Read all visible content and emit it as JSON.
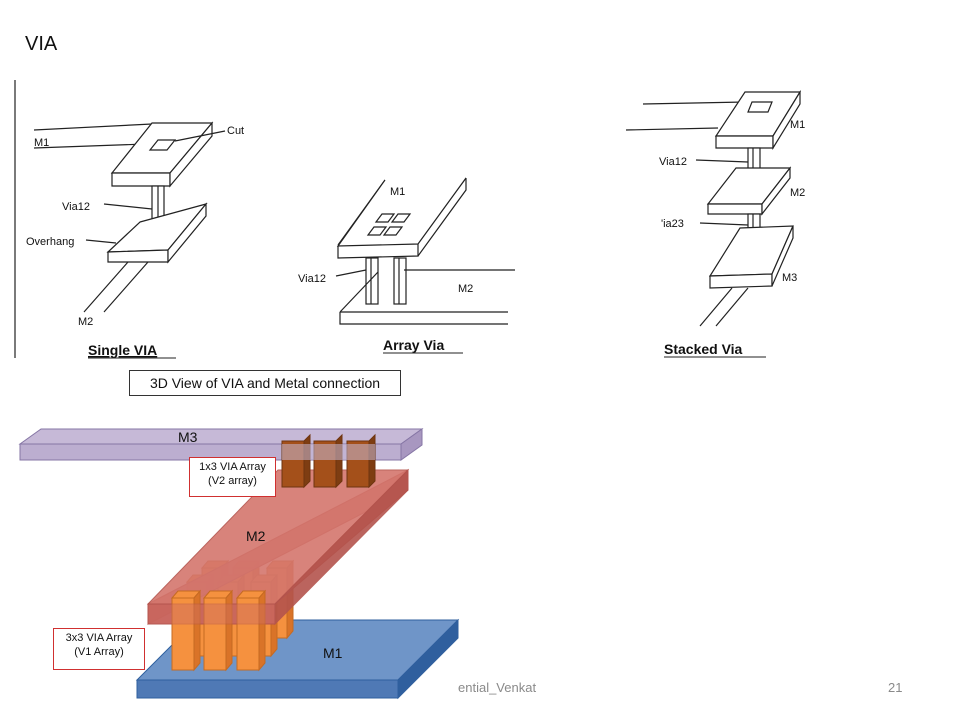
{
  "slide": {
    "title": "VIA",
    "footer": "ential_Venkat",
    "page_number": "21"
  },
  "top_diagrams": {
    "single": {
      "caption": "Single VIA",
      "labels": {
        "cut": "Cut",
        "m1": "M1",
        "via12": "Via12",
        "overhang": "Overhang",
        "m2": "M2"
      }
    },
    "array": {
      "caption": "Array Via",
      "labels": {
        "m1": "M1",
        "via12": "Via12",
        "m2": "M2"
      }
    },
    "stacked": {
      "caption": "Stacked Via",
      "labels": {
        "m1": "M1",
        "via12": "Via12",
        "m2": "M2",
        "via23": "'ia23",
        "m3": "M3"
      }
    }
  },
  "view3d": {
    "caption": "3D View of VIA and Metal connection",
    "m3_label": "M3",
    "m2_label": "M2",
    "m1_label": "M1",
    "v2_array": {
      "line1": "1x3 VIA Array",
      "line2": "(V2 array)"
    },
    "v1_array": {
      "line1": "3x3 VIA Array",
      "line2": "(V1 Array)"
    },
    "colors": {
      "m1_top": "#6f95c8",
      "m1_front": "#4f79b5",
      "m1_side": "#2f5f9e",
      "m2": "#cd6b62",
      "m2_edge": "#b4544d",
      "m3": "#c6b9d7",
      "m3_edge": "#8676a5",
      "v1_via": "#f5913f",
      "v2_via": "#a4501a"
    }
  }
}
